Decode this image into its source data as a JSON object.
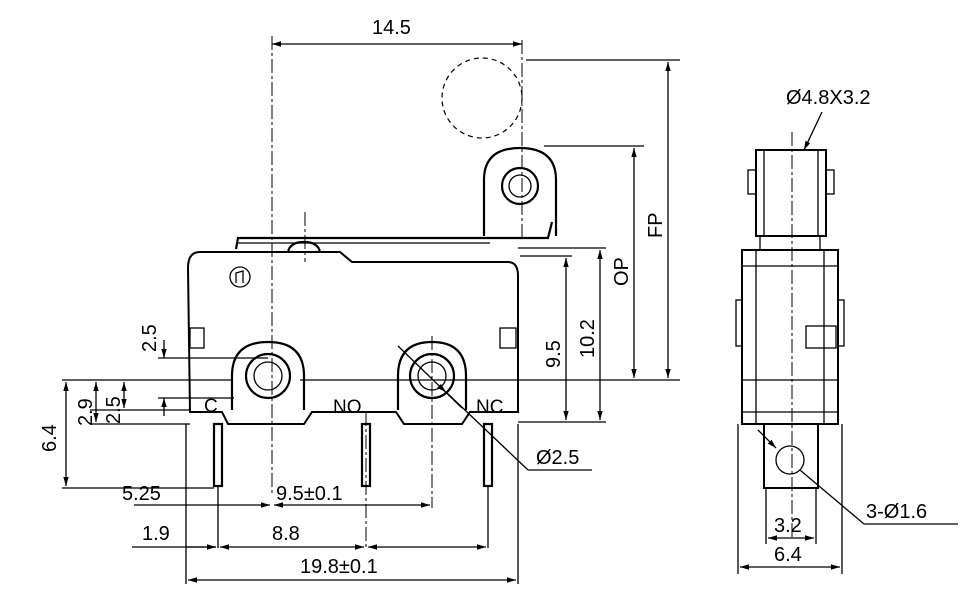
{
  "front_view": {
    "terminals": {
      "common": "C",
      "normally_open": "NO",
      "normally_closed": "NC"
    },
    "dims": {
      "top_width": "14.5",
      "free_position": "FP",
      "operating_position": "OP",
      "height_9_5": "9.5",
      "height_10_2": "10.2",
      "left_2_5_top": "2.5",
      "left_2_9": "2.9",
      "left_2_5_bottom": "2.5",
      "left_6_4": "6.4",
      "hole_diameter": "Ø2.5",
      "bottom_5_25": "5.25",
      "bottom_9_5": "9.5±0.1",
      "bottom_1_9": "1.9",
      "bottom_8_8": "8.8",
      "bottom_19_8": "19.8±0.1"
    }
  },
  "side_view": {
    "dims": {
      "roller": "Ø4.8X3.2",
      "terminal_holes": "3-Ø1.6",
      "width_3_2": "3.2",
      "width_6_4": "6.4"
    }
  }
}
